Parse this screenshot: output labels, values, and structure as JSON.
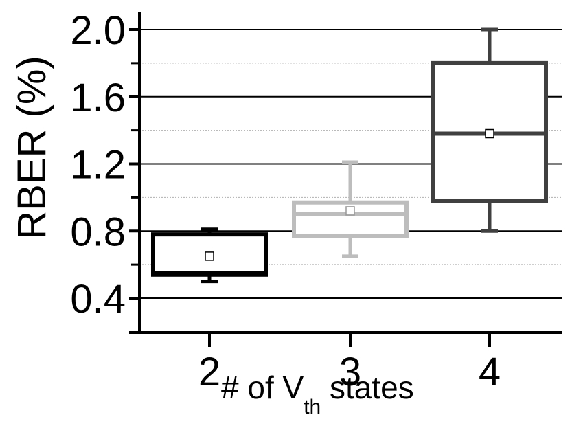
{
  "chart_data": {
    "type": "box",
    "ylabel": "RBER (%)",
    "xlabel": {
      "prefix": "# of V",
      "subscript": "th",
      "suffix": " states"
    },
    "ylim": [
      0.2,
      2.1
    ],
    "yticks": [
      0.4,
      0.8,
      1.2,
      1.6,
      2.0
    ],
    "ytick_labels": [
      "0.4",
      "0.8",
      "1.2",
      "1.6",
      "2.0"
    ],
    "minor_grid": [
      0.6,
      1.0,
      1.4,
      1.8
    ],
    "grid": true,
    "categories": [
      "2",
      "3",
      "4"
    ],
    "boxes": [
      {
        "category": "2",
        "min": 0.5,
        "q1": 0.54,
        "median": 0.55,
        "q3": 0.78,
        "max": 0.81,
        "mean": 0.65,
        "color": "#000000"
      },
      {
        "category": "3",
        "min": 0.65,
        "q1": 0.77,
        "median": 0.9,
        "q3": 0.97,
        "max": 1.21,
        "mean": 0.92,
        "color": "#bdbdbd"
      },
      {
        "category": "4",
        "min": 0.8,
        "q1": 0.98,
        "median": 1.38,
        "q3": 1.8,
        "max": 2.0,
        "mean": 1.38,
        "color": "#404040"
      }
    ]
  }
}
